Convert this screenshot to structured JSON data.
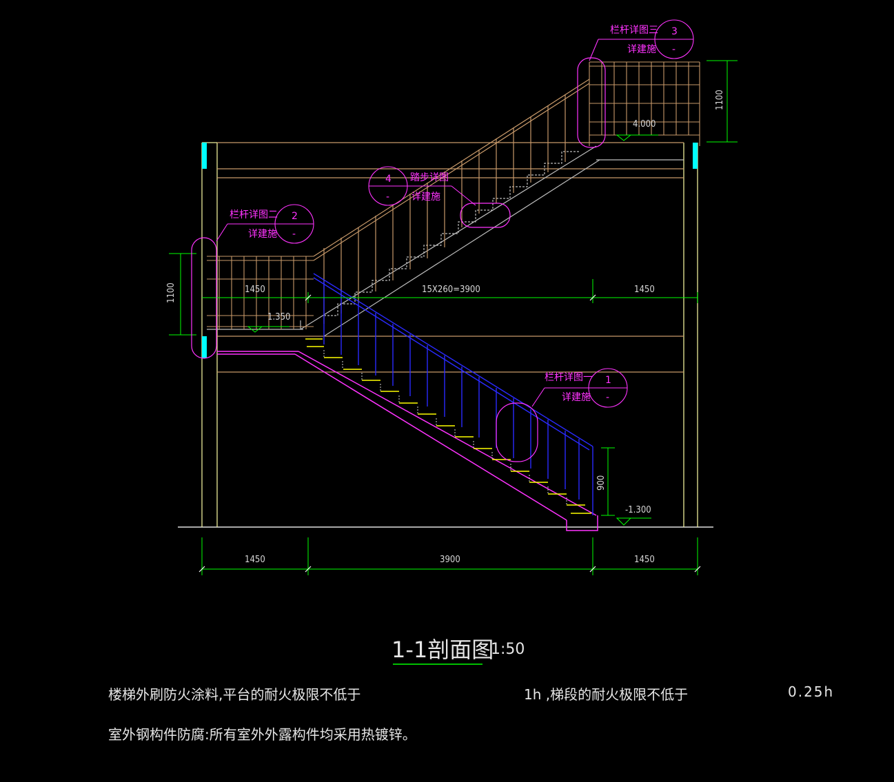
{
  "title": {
    "main": "1-1剖面图",
    "scale": "1:50"
  },
  "notes": {
    "line1_a": "楼梯外刷防火涂料,平台的耐火极限不低于",
    "line1_b": "1h ,梯段的耐火极限不低于",
    "line1_c": "0.25h",
    "line2": "室外钢构件防腐:所有室外外露构件均采用热镀锌。"
  },
  "dimensions": {
    "bottom": [
      "1450",
      "3900",
      "1450"
    ],
    "middle": [
      "1450",
      "15X260=3900",
      "1450"
    ],
    "left_height": "1100",
    "right_height": "1100",
    "lower_rail_height": "900"
  },
  "elevations": {
    "top": "4.000",
    "mid": "1.350",
    "bottom": "-1.300"
  },
  "callouts": [
    {
      "label": "栏杆详图三",
      "sub": "详建施",
      "num": "3",
      "den": "-"
    },
    {
      "label": "踏步详图",
      "sub": "详建施",
      "num": "4",
      "den": "-"
    },
    {
      "label": "栏杆详图二",
      "sub": "详建施",
      "num": "2",
      "den": "-"
    },
    {
      "label": "栏杆详图一",
      "sub": "详建施",
      "num": "1",
      "den": "-"
    }
  ],
  "colors": {
    "background": "#000000",
    "magenta": "#ff33ff",
    "yellow": "#ffff00",
    "blue": "#2a2aff",
    "green": "#00ff00",
    "tan": "#c89a6a",
    "light_yellow": "#eeee99",
    "grey": "#aaaaaa"
  }
}
